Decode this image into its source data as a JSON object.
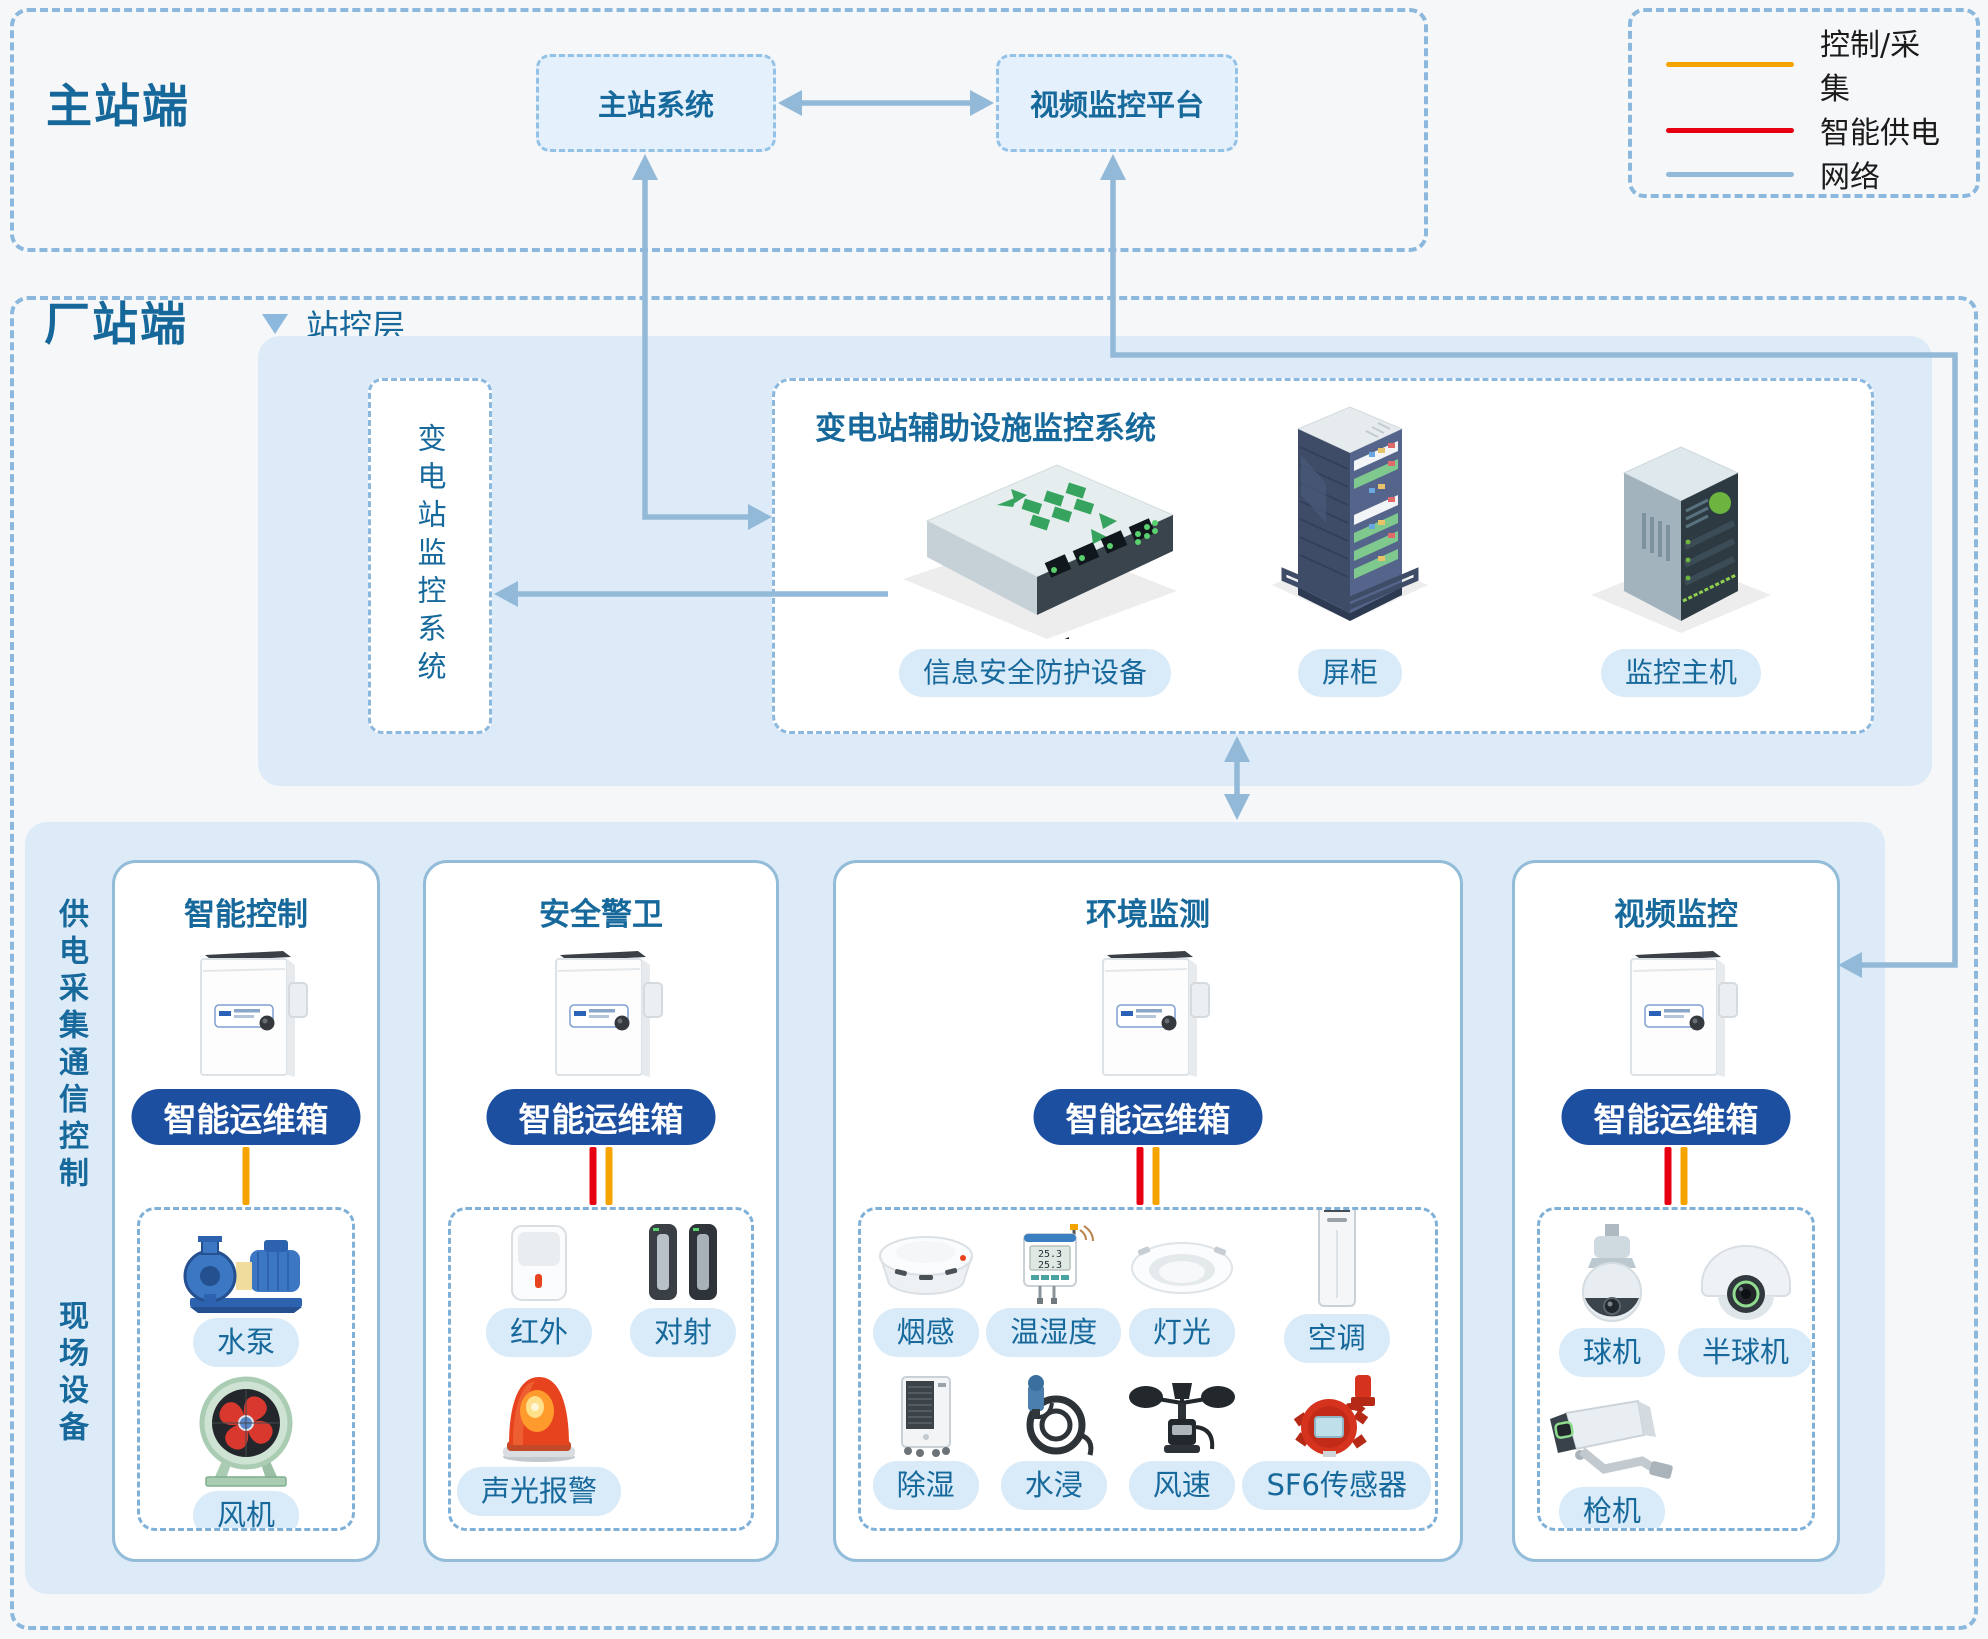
{
  "legend": {
    "items": [
      {
        "label": "控制/采集",
        "color": "#F5A300"
      },
      {
        "label": "智能供电",
        "color": "#E60012"
      },
      {
        "label": "网络",
        "color": "#93B9D9"
      }
    ]
  },
  "master": {
    "title": "主站端",
    "system_box": "主站系统",
    "video_box": "视频监控平台"
  },
  "station": {
    "title": "厂站端",
    "layer_label": "站控层",
    "monitor_box": "变电站监控系统",
    "aux_title": "变电站辅助设施监控系统",
    "aux_devices": [
      {
        "label": "信息安全防护设备"
      },
      {
        "label": "屏柜"
      },
      {
        "label": "监控主机"
      }
    ]
  },
  "side_labels": {
    "power": "供电采集通信控制",
    "field": "现场设备"
  },
  "columns": [
    {
      "title": "智能控制",
      "ops_box": "智能运维箱",
      "devices": [
        {
          "label": "水泵"
        },
        {
          "label": "风机"
        }
      ]
    },
    {
      "title": "安全警卫",
      "ops_box": "智能运维箱",
      "devices": [
        {
          "label": "红外"
        },
        {
          "label": "对射"
        },
        {
          "label": "声光报警"
        }
      ]
    },
    {
      "title": "环境监测",
      "ops_box": "智能运维箱",
      "devices": [
        {
          "label": "烟感"
        },
        {
          "label": "温湿度"
        },
        {
          "label": "灯光"
        },
        {
          "label": "空调"
        },
        {
          "label": "除湿"
        },
        {
          "label": "水浸"
        },
        {
          "label": "风速"
        },
        {
          "label": "SF6传感器"
        }
      ]
    },
    {
      "title": "视频监控",
      "ops_box": "智能运维箱",
      "devices": [
        {
          "label": "球机"
        },
        {
          "label": "半球机"
        },
        {
          "label": "枪机"
        }
      ]
    }
  ],
  "colors": {
    "accent_blue": "#17699c",
    "panel_blue": "#ddebf8",
    "ops_pill_blue": "#1d4fa1",
    "wire_net": "#93B9D9",
    "wire_control": "#F5A300",
    "wire_power": "#E60012"
  }
}
